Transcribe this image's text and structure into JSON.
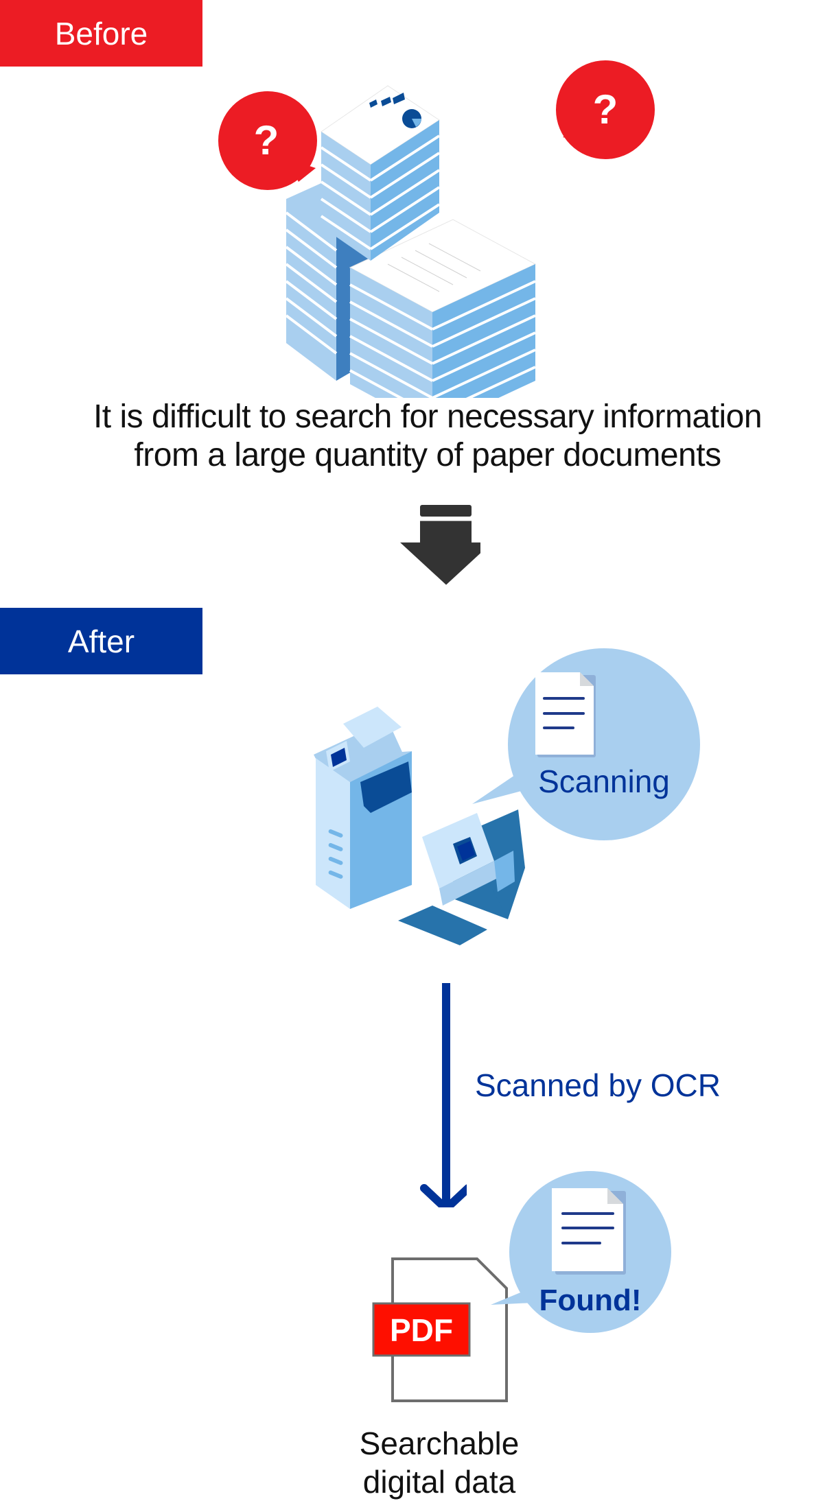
{
  "before": {
    "label": "Before",
    "question_mark": "?",
    "caption_line1": "It is difficult to search for necessary information",
    "caption_line2": "from a large quantity of paper documents"
  },
  "after": {
    "label": "After",
    "scanning_bubble": "Scanning",
    "ocr_label": "Scanned by OCR",
    "found_bubble": "Found!",
    "pdf_badge": "PDF",
    "result_line1": "Searchable",
    "result_line2": "digital data"
  },
  "colors": {
    "before_red": "#ec1c24",
    "after_blue": "#003399",
    "bubble_blue": "#a9cfef",
    "pdf_red": "#fe0f00",
    "arrow_dark": "#333333"
  }
}
